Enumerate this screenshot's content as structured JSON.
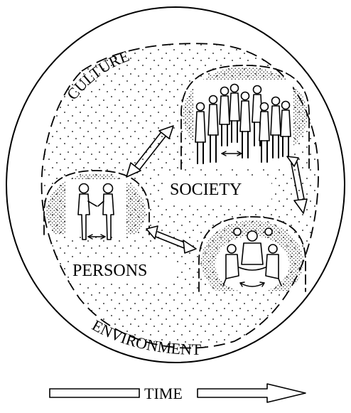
{
  "labels": {
    "culture": "CULTURE",
    "society": "SOCIETY",
    "persons": "PERSONS",
    "environment": "ENVIRONMENT",
    "time": "TIME"
  }
}
